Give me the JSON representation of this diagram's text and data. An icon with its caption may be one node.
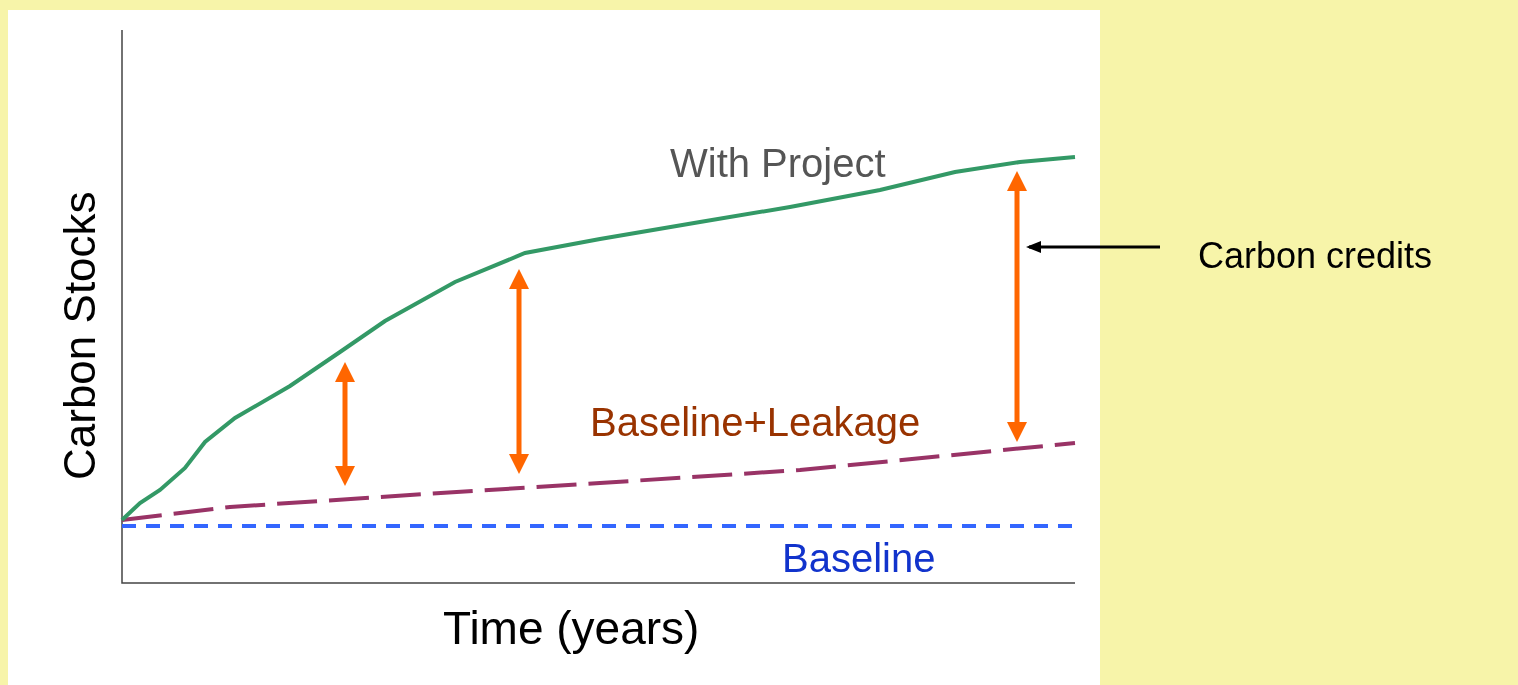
{
  "diagram": {
    "nodes": [
      {
        "text": [
          "Carbon credits"
        ]
      },
      {
        "text": [],
        "shape": "arrow"
      }
    ],
    "edges": [
      {
        "from": 0,
        "to": 1,
        "arrow": "to"
      }
    ],
    "labels": [
      "With Project",
      "Carbon Stocks",
      "Baseline+Leakage",
      "Baseline",
      "Time (years)"
    ]
  }
}
